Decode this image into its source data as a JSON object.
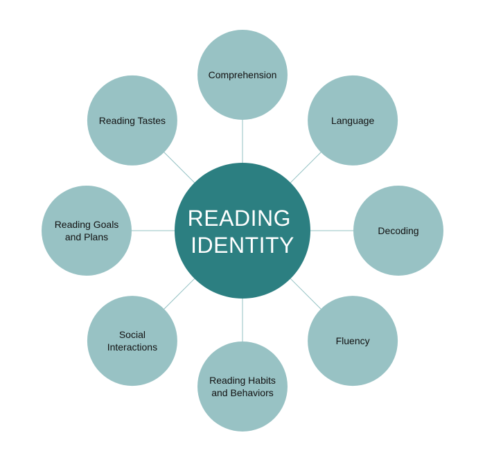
{
  "center": {
    "lines": [
      "READING",
      "IDENTITY"
    ],
    "fill": "#2c7f81",
    "text_color": "#ffffff"
  },
  "node_fill": "#98c2c4",
  "connector_color": "#93c1c3",
  "nodes": [
    {
      "id": "comprehension",
      "lines": [
        "Comprehension"
      ]
    },
    {
      "id": "language",
      "lines": [
        "Language"
      ]
    },
    {
      "id": "decoding",
      "lines": [
        "Decoding"
      ]
    },
    {
      "id": "fluency",
      "lines": [
        "Fluency"
      ]
    },
    {
      "id": "reading-habits",
      "lines": [
        "Reading Habits",
        "and Behaviors"
      ]
    },
    {
      "id": "social-interactions",
      "lines": [
        "Social",
        "Interactions"
      ]
    },
    {
      "id": "reading-goals",
      "lines": [
        "Reading Goals",
        "and Plans"
      ]
    },
    {
      "id": "reading-tastes",
      "lines": [
        "Reading Tastes"
      ]
    }
  ]
}
